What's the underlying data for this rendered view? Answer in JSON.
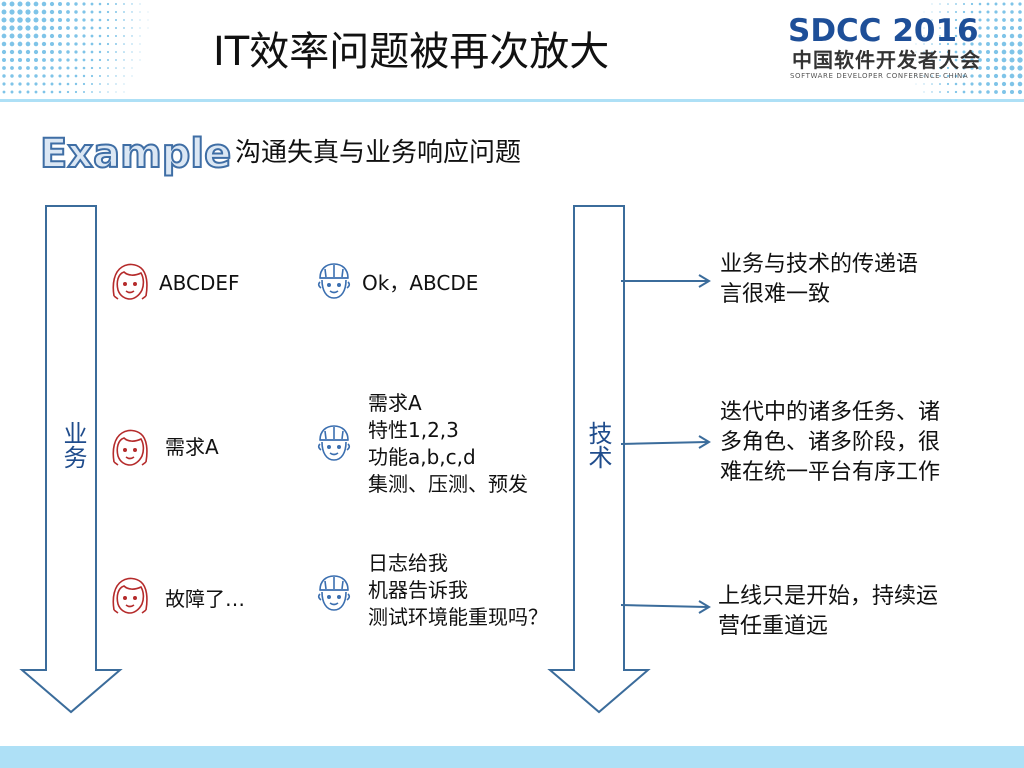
{
  "header": {
    "title": "IT效率问题被再次放大",
    "logo": {
      "main": "SDCC 2016",
      "sub": "中国软件开发者大会",
      "en": "SOFTWARE DEVELOPER CONFERENCE CHINA"
    }
  },
  "section": {
    "example_label": "Example",
    "subtitle": "沟通失真与业务响应问题"
  },
  "arrows": {
    "business": "业务",
    "tech": "技术"
  },
  "rows": [
    {
      "business_text": "ABCDEF",
      "tech_lines": [
        "Ok，ABCDE"
      ],
      "conclusion_lines": [
        "业务与技术的传递语",
        "言很难一致"
      ]
    },
    {
      "business_text": "需求A",
      "tech_lines": [
        "需求A",
        "特性1,2,3",
        "功能a,b,c,d",
        "集测、压测、预发"
      ],
      "conclusion_lines": [
        "迭代中的诸多任务、诸",
        "多角色、诸多阶段，很",
        "难在统一平台有序工作"
      ]
    },
    {
      "business_text": "故障了…",
      "tech_lines": [
        "日志给我",
        "机器告诉我",
        "测试环境能重现吗？"
      ],
      "conclusion_lines": [
        "上线只是开始，持续运",
        "营任重道远"
      ]
    }
  ],
  "colors": {
    "accent": "#1e4f98",
    "arrow_stroke": "#3b6c9b",
    "female_icon": "#b52b2b",
    "male_icon": "#3b6fb0",
    "band": "#aee0f6"
  },
  "icons": {
    "business": "female-user-icon",
    "tech": "male-user-icon"
  }
}
